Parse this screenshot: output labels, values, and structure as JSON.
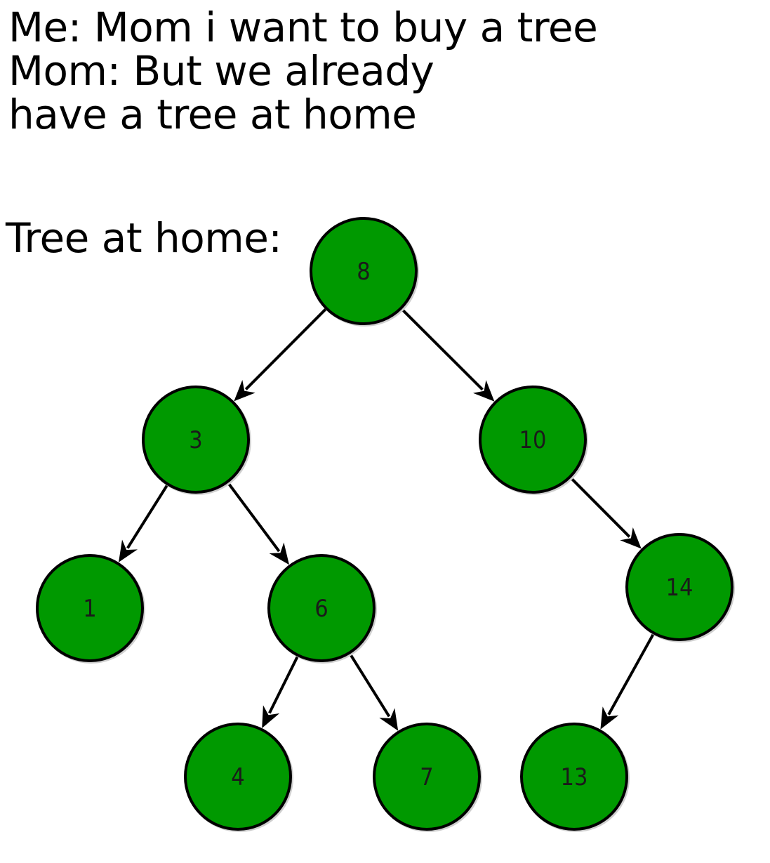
{
  "caption": {
    "lines": [
      "Me: Mom i want to buy a tree",
      "Mom: But we already",
      "have a tree at home"
    ]
  },
  "tree_label": "Tree at home:",
  "colors": {
    "node_fill": "#009900",
    "node_stroke": "#000000",
    "edge": "#000000",
    "text": "#000000"
  },
  "tree": {
    "root": "8",
    "nodes": [
      {
        "id": "8",
        "label": "8"
      },
      {
        "id": "3",
        "label": "3"
      },
      {
        "id": "10",
        "label": "10"
      },
      {
        "id": "1",
        "label": "1"
      },
      {
        "id": "6",
        "label": "6"
      },
      {
        "id": "14",
        "label": "14"
      },
      {
        "id": "4",
        "label": "4"
      },
      {
        "id": "7",
        "label": "7"
      },
      {
        "id": "13",
        "label": "13"
      }
    ],
    "edges": [
      {
        "from": "8",
        "to": "3"
      },
      {
        "from": "8",
        "to": "10"
      },
      {
        "from": "3",
        "to": "1"
      },
      {
        "from": "3",
        "to": "6"
      },
      {
        "from": "10",
        "to": "14"
      },
      {
        "from": "6",
        "to": "4"
      },
      {
        "from": "6",
        "to": "7"
      },
      {
        "from": "14",
        "to": "13"
      }
    ]
  }
}
